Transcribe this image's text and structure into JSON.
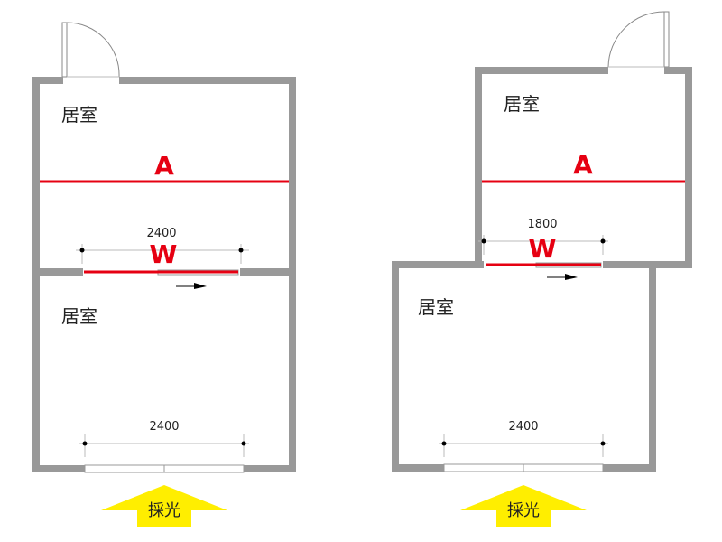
{
  "plans": [
    {
      "rooms": [
        "居室",
        "居室"
      ],
      "axis_label": "A",
      "opening_label": "W",
      "opening_width": "2400",
      "window_width": "2400",
      "light_label": "採光"
    },
    {
      "rooms": [
        "居室",
        "居室"
      ],
      "axis_label": "A",
      "opening_label": "W",
      "opening_width": "1800",
      "window_width": "2400",
      "light_label": "採光"
    }
  ],
  "colors": {
    "wall": "#999999",
    "accent": "#e60012",
    "arrow": "#ffee00"
  }
}
